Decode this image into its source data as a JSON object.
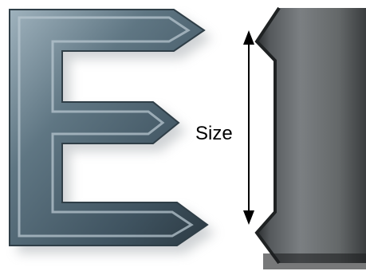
{
  "figure": {
    "dimension_label": "Size",
    "colors": {
      "letter_face": "#4f6572",
      "letter_highlight": "#9fb2bd",
      "letter_shadow": "#c7cbce",
      "block_face": "#6a6e71",
      "block_dark": "#2f3234",
      "arrow": "#000000",
      "background": "#ffffff"
    },
    "shapes": [
      "letter-e",
      "block-one",
      "size-arrow"
    ]
  }
}
